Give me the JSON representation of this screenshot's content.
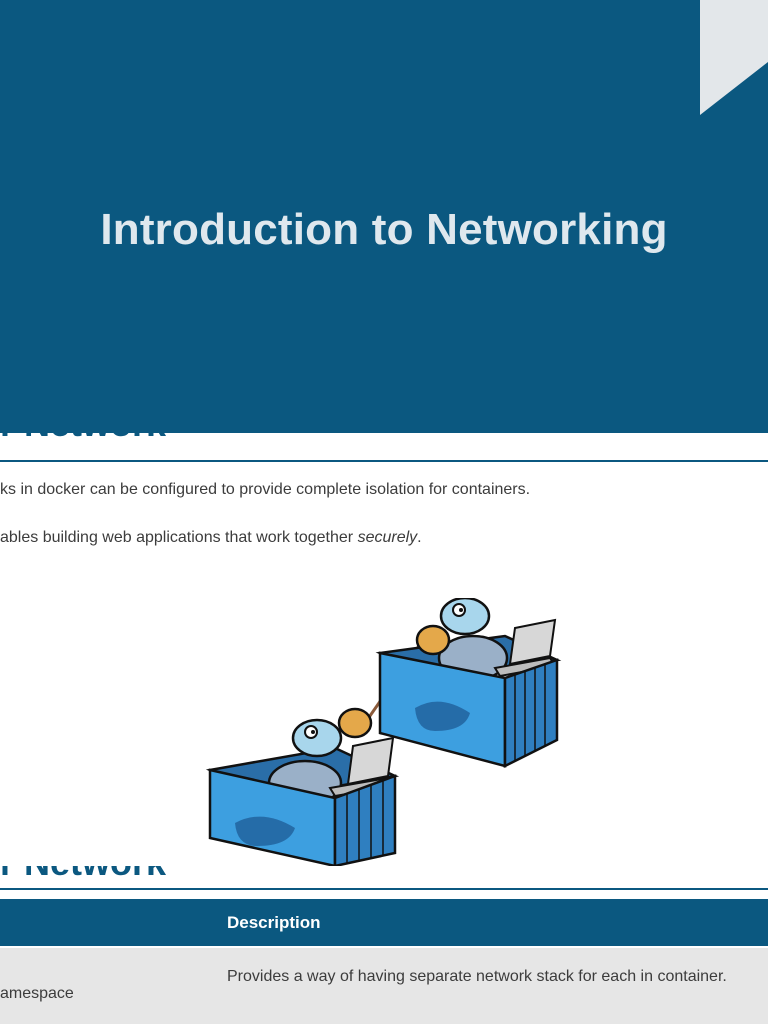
{
  "title_slide": {
    "title": "Introduction to Networking"
  },
  "isolation_slide": {
    "heading": "r Network",
    "bullets": [
      {
        "text": "ks in docker can be configured to provide complete isolation for containers.",
        "emphasis": ""
      },
      {
        "text": "ables building web applications that work together ",
        "emphasis": "securely",
        "suffix": "."
      }
    ],
    "illustration": "docker-turtles-talking-illustration"
  },
  "table_slide": {
    "heading": "r Network",
    "header": {
      "description": "Description"
    },
    "rows": [
      {
        "component": "amespace",
        "description": "Provides a way of having separate network stack for each in container."
      }
    ]
  },
  "colors": {
    "primary_blue": "#0b5880",
    "title_text": "#dfe8ee",
    "container_blue": "#3d9fe0",
    "row_gray": "#e6e6e6"
  }
}
